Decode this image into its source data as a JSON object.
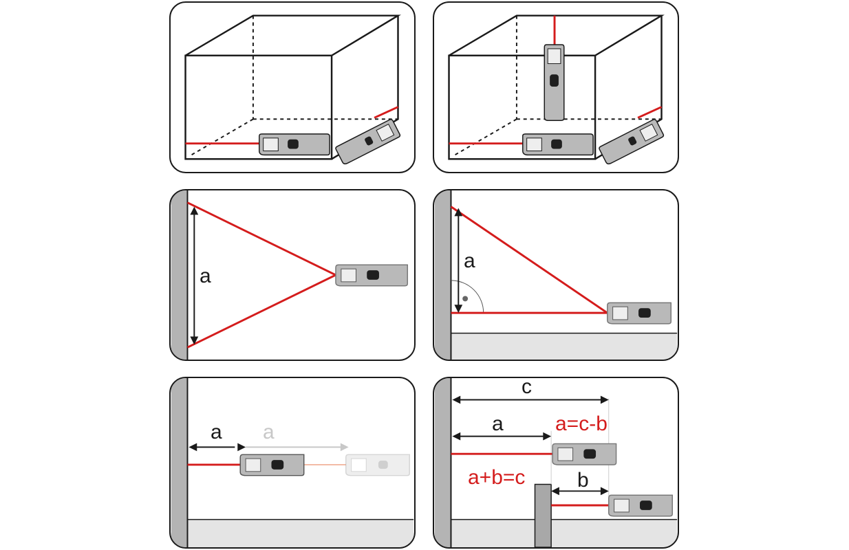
{
  "colors": {
    "laser": "#d41c1c",
    "laser_faded": "#f2b7a0",
    "outline": "#1a1a1a",
    "wall": "#b4b4b4",
    "floor": "#e4e4e4",
    "device": "#b9b9b9",
    "device_dark": "#1f1f1f",
    "ghost": "#cfcfcf"
  },
  "panels": [
    {
      "id": "room-horizontal",
      "labels": []
    },
    {
      "id": "room-vertical",
      "labels": []
    },
    {
      "id": "wall-height-triangle",
      "labels": {
        "a": "a"
      }
    },
    {
      "id": "right-angle-height",
      "labels": {
        "a": "a"
      }
    },
    {
      "id": "moving-distance",
      "labels": {
        "a": "a",
        "a_ghost": "a"
      }
    },
    {
      "id": "subtraction",
      "labels": {
        "c": "c",
        "a": "a",
        "b": "b",
        "formula_1": "a=c-b",
        "formula_2": "a+b=c"
      }
    }
  ]
}
